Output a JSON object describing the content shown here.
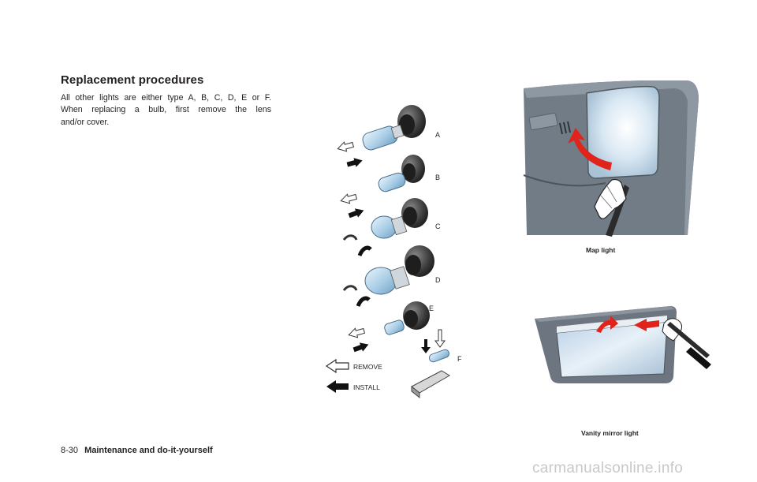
{
  "section": {
    "heading": "Replacement procedures",
    "body_lines": [
      "All other lights are either type A, B, C, D, E or F.",
      "When replacing a bulb, first remove the lens",
      "and/or cover."
    ]
  },
  "bulb_figure": {
    "type_labels": [
      "A",
      "B",
      "C",
      "D",
      "E",
      "F"
    ],
    "legend": {
      "remove": "REMOVE",
      "install": "INSTALL"
    }
  },
  "map_light_figure": {
    "caption": "Map light"
  },
  "vanity_figure": {
    "caption": "Vanity mirror light"
  },
  "footer": {
    "page_number": "8-30",
    "section_title": "Maintenance and do-it-yourself"
  },
  "watermark": "carmanualsonline.info"
}
